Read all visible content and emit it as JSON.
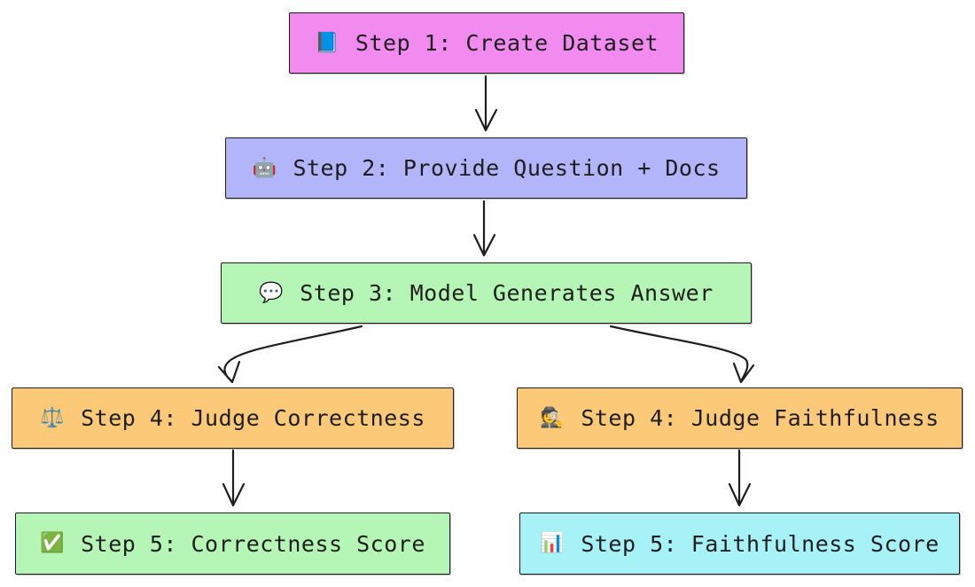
{
  "nodes": [
    {
      "id": "n1",
      "label": "Step 1: Create Dataset",
      "icon": "📘",
      "icon_name": "book-icon",
      "color": "#f28bf0"
    },
    {
      "id": "n2",
      "label": "Step 2: Provide Question + Docs",
      "icon": "🤖",
      "icon_name": "robot-icon",
      "color": "#b2b5f9"
    },
    {
      "id": "n3",
      "label": "Step 3: Model Generates Answer",
      "icon": "💬",
      "icon_name": "speech-bubble-icon",
      "color": "#b5f5b5"
    },
    {
      "id": "n4",
      "label": "Step 4: Judge Correctness",
      "icon": "⚖️",
      "icon_name": "scales-icon",
      "color": "#fcc979"
    },
    {
      "id": "n5",
      "label": "Step 4: Judge Faithfulness",
      "icon": "🕵️",
      "icon_name": "detective-icon",
      "color": "#fcc979"
    },
    {
      "id": "n6",
      "label": "Step 5: Correctness Score",
      "icon": "✅",
      "icon_name": "check-mark-icon",
      "color": "#b5f5b5"
    },
    {
      "id": "n7",
      "label": "Step 5: Faithfulness Score",
      "icon": "📊",
      "icon_name": "bar-chart-icon",
      "color": "#a6f2f7"
    }
  ],
  "edges": [
    {
      "from": "n1",
      "to": "n2"
    },
    {
      "from": "n2",
      "to": "n3"
    },
    {
      "from": "n3",
      "to": "n4"
    },
    {
      "from": "n3",
      "to": "n5"
    },
    {
      "from": "n4",
      "to": "n6"
    },
    {
      "from": "n5",
      "to": "n7"
    }
  ]
}
